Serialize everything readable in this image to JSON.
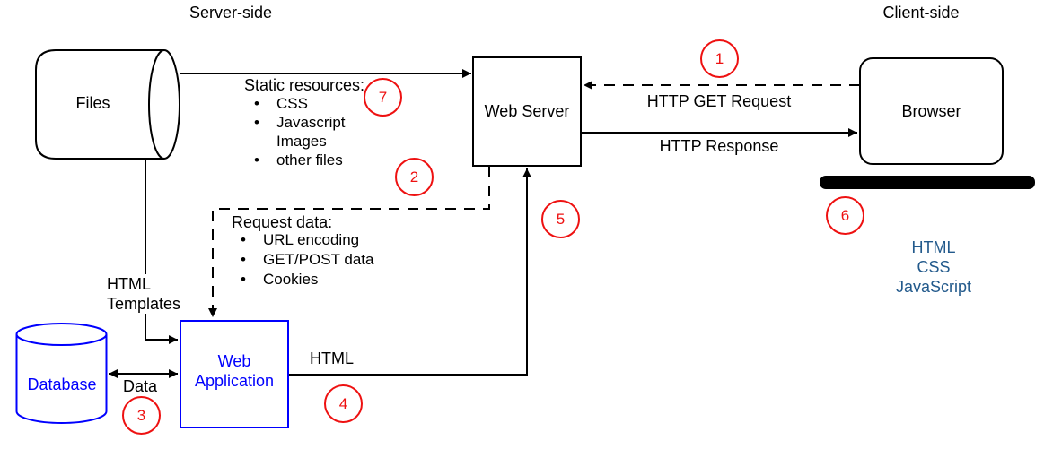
{
  "colors": {
    "line": "#000000",
    "node-blue": "#0000fe",
    "annotation-red": "#ee1111",
    "tech-blue": "#235a8c",
    "background": "#ffffff"
  },
  "regions": {
    "server_side": "Server-side",
    "client_side": "Client-side"
  },
  "nodes": {
    "files": "Files",
    "web_server": "Web Server",
    "browser": "Browser",
    "database": "Database",
    "web_application": "Web Application"
  },
  "edges": {
    "http_get_request": "HTTP GET Request",
    "http_response": "HTTP Response",
    "html_templates": "HTML Templates",
    "data": "Data",
    "html": "HTML"
  },
  "static_resources": {
    "title": "Static resources:",
    "items": [
      {
        "bullet": "•",
        "text": "CSS"
      },
      {
        "bullet": "•",
        "text": "Javascript"
      },
      {
        "bullet": "",
        "text": "Images"
      },
      {
        "bullet": "•",
        "text": "other files"
      }
    ]
  },
  "request_data": {
    "title": "Request data:",
    "items": [
      {
        "bullet": "•",
        "text": "URL encoding"
      },
      {
        "bullet": "•",
        "text": "GET/POST data"
      },
      {
        "bullet": "•",
        "text": "Cookies"
      }
    ]
  },
  "browser_tech": [
    "HTML",
    "CSS",
    "JavaScript"
  ],
  "annotations": [
    "1",
    "2",
    "3",
    "4",
    "5",
    "6",
    "7"
  ]
}
